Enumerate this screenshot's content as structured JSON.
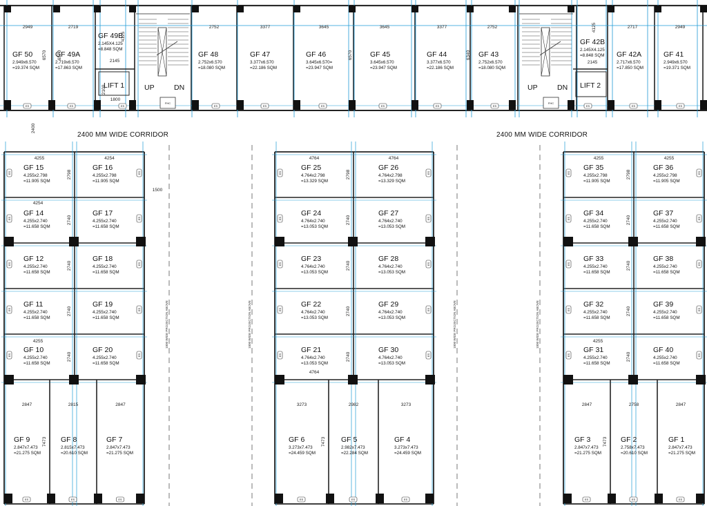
{
  "corridors": [
    "2400 MM WIDE CORRIDOR",
    "2400 MM WIDE CORRIDOR"
  ],
  "stairs": [
    {
      "up": "UP",
      "dn": "DN",
      "fhc": "FHC"
    },
    {
      "up": "UP",
      "dn": "DN",
      "fhc": "FHC"
    }
  ],
  "lifts": [
    {
      "label": "LIFT 1",
      "w": "1800",
      "h": "2100"
    },
    {
      "label": "LIFT 2",
      "w": "",
      "h": ""
    }
  ],
  "projection_notes": [
    "1000 WIDE PROJECTION ABOVE",
    "1000 WIDE PROJECTION ABOVE",
    "1000 WIDE PROJECTION ABOVE",
    "1000 WIDE PROJECTION ABOVE"
  ],
  "top_shops": [
    {
      "name": "GF 50",
      "size": "2.949x6.570",
      "area": "=19.374 SQM",
      "width": "2949",
      "depth": "6570"
    },
    {
      "name": "GF 49A",
      "size": "2.719x6.570",
      "area": "=17.863 SQM",
      "width": "2719",
      "depth": "6570"
    },
    {
      "name": "GF 49B",
      "size": "2.145X4.125",
      "area": "=8.848 SQM",
      "width": "2145",
      "depth": "4125"
    },
    {
      "name": "GF 48",
      "size": "2.752x6.570",
      "area": "=18.080 SQM",
      "width": "2752",
      "depth": ""
    },
    {
      "name": "GF 47",
      "size": "3.377x6.570",
      "area": "=22.186 SQM",
      "width": "3377",
      "depth": ""
    },
    {
      "name": "GF 46",
      "size": "3.645x6.570=",
      "area": "=23.947 SQM",
      "width": "3645",
      "depth": "6570"
    },
    {
      "name": "GF 45",
      "size": "3.645x6.570",
      "area": "=23.947 SQM",
      "width": "3645",
      "depth": ""
    },
    {
      "name": "GF 44",
      "size": "3.377x6.570",
      "area": "=22.186 SQM",
      "width": "3377",
      "depth": "6340"
    },
    {
      "name": "GF 43",
      "size": "2.752x6.570",
      "area": "=18.080 SQM",
      "width": "2752",
      "depth": ""
    },
    {
      "name": "GF 42B",
      "size": "2.145X4.125",
      "area": "=8.848 SQM",
      "width": "2145",
      "depth": "4125"
    },
    {
      "name": "GF 42A",
      "size": "2.717x6.570",
      "area": "=17.850 SQM",
      "width": "2717",
      "depth": ""
    },
    {
      "name": "GF 41",
      "size": "2.949x6.570",
      "area": "=19.371 SQM",
      "width": "2949",
      "depth": ""
    }
  ],
  "misc_dims": {
    "corridor_width": "2400",
    "gap_1500": "1500"
  },
  "block_left": {
    "top_width_dims": [
      "4255",
      "4254",
      "4254",
      "4255"
    ],
    "rows": [
      {
        "left": {
          "name": "GF 15",
          "size": "4.255x2.798",
          "area": "=11.905 SQM"
        },
        "right": {
          "name": "GF 16",
          "size": "4.255x2.798",
          "area": "=11.905 SQM"
        },
        "depth": "2798"
      },
      {
        "left": {
          "name": "GF 14",
          "size": "4.255x2.740",
          "area": "=11.658 SQM"
        },
        "right": {
          "name": "GF 17",
          "size": "4.255x2.740",
          "area": "=11.658 SQM"
        },
        "depth": "2740"
      },
      {
        "left": {
          "name": "GF 12",
          "size": "4.255x2.740",
          "area": "=11.658 SQM"
        },
        "right": {
          "name": "GF 18",
          "size": "4.255x2.740",
          "area": "=11.658 SQM"
        },
        "depth": "2740"
      },
      {
        "left": {
          "name": "GF 11",
          "size": "4.255x2.740",
          "area": "=11.658 SQM"
        },
        "right": {
          "name": "GF 19",
          "size": "4.255x2.740",
          "area": "=11.658 SQM"
        },
        "depth": "2740"
      },
      {
        "left": {
          "name": "GF 10",
          "size": "4.255x2.740",
          "area": "=11.658 SQM"
        },
        "right": {
          "name": "GF 20",
          "size": "4.255x2.740",
          "area": "=11.658 SQM"
        },
        "depth": "2740"
      }
    ],
    "bottom": [
      {
        "name": "GF 9",
        "size": "2.847x7.473",
        "area": "=21.275 SQM",
        "width": "2847"
      },
      {
        "name": "GF 8",
        "size": "2.815x7.473",
        "area": "=20.610 SQM",
        "width": "2815"
      },
      {
        "name": "GF 7",
        "size": "2.847x7.473",
        "area": "=21.275 SQM",
        "width": "2847"
      }
    ],
    "bottom_depth": "7473"
  },
  "block_mid": {
    "top_width_dims": [
      "4764",
      "4764",
      "4764"
    ],
    "rows": [
      {
        "left": {
          "name": "GF 25",
          "size": "4.764x2.798",
          "area": "=13.329 SQM"
        },
        "right": {
          "name": "GF 26",
          "size": "4.764x2.798",
          "area": "=13.329 SQM"
        },
        "depth": "2798"
      },
      {
        "left": {
          "name": "GF 24",
          "size": "4.764x2.740",
          "area": "=13.053 SQM"
        },
        "right": {
          "name": "GF 27",
          "size": "4.764x2.740",
          "area": "=13.053 SQM"
        },
        "depth": "2740"
      },
      {
        "left": {
          "name": "GF 23",
          "size": "4.764x2.740",
          "area": "=13.053 SQM"
        },
        "right": {
          "name": "GF 28",
          "size": "4.764x2.740",
          "area": "=13.053 SQM"
        },
        "depth": "2740"
      },
      {
        "left": {
          "name": "GF 22",
          "size": "4.764x2.740",
          "area": "=13.053 SQM"
        },
        "right": {
          "name": "GF 29",
          "size": "4.764x2.740",
          "area": "=13.053 SQM"
        },
        "depth": "2740"
      },
      {
        "left": {
          "name": "GF 21",
          "size": "4.764x2.740",
          "area": "=13.053 SQM"
        },
        "right": {
          "name": "GF 30",
          "size": "4.764x2.740",
          "area": "=13.053 SQM"
        },
        "depth": "2740"
      }
    ],
    "bottom": [
      {
        "name": "GF 6",
        "size": "3.273x7.473",
        "area": "=24.459 SQM",
        "width": "3273"
      },
      {
        "name": "GF 5",
        "size": "2.982x7.473",
        "area": "=22.284 SQM",
        "width": "2982"
      },
      {
        "name": "GF 4",
        "size": "3.273x7.473",
        "area": "=24.459 SQM",
        "width": "3273"
      }
    ],
    "bottom_depth": "7473"
  },
  "block_right": {
    "top_width_dims": [
      "4255",
      "4255",
      "4255"
    ],
    "rows": [
      {
        "left": {
          "name": "GF 35",
          "size": "4.255x2.798",
          "area": "=11.905 SQM"
        },
        "right": {
          "name": "GF 36",
          "size": "4.255x2.798",
          "area": "=11.905 SQM"
        },
        "depth": "2798"
      },
      {
        "left": {
          "name": "GF 34",
          "size": "4.255x2.740",
          "area": "=11.658 SQM"
        },
        "right": {
          "name": "GF 37",
          "size": "4.255x2.740",
          "area": "=11.658 SQM"
        },
        "depth": "2740"
      },
      {
        "left": {
          "name": "GF 33",
          "size": "4.255x2.740",
          "area": "=11.658 SQM"
        },
        "right": {
          "name": "GF 38",
          "size": "4.255x2.740",
          "area": "=11.658 SQM"
        },
        "depth": "2740"
      },
      {
        "left": {
          "name": "GF 32",
          "size": "4.255x2.740",
          "area": "=11.658 SQM"
        },
        "right": {
          "name": "GF 39",
          "size": "4.255x2.740",
          "area": "=11.658 SQM"
        },
        "depth": "2740"
      },
      {
        "left": {
          "name": "GF 31",
          "size": "4.255x2.740",
          "area": "=11.658 SQM"
        },
        "right": {
          "name": "GF 40",
          "size": "4.255x2.740",
          "area": "=11.658 SQM"
        },
        "depth": "2740"
      }
    ],
    "bottom": [
      {
        "name": "GF 3",
        "size": "2.847x7.473",
        "area": "=21.275 SQM",
        "width": "2847"
      },
      {
        "name": "GF 2",
        "size": "2.758x7.473",
        "area": "=20.610 SQM",
        "width": "2758"
      },
      {
        "name": "GF 1",
        "size": "2.847x7.473",
        "area": "=21.275 SQM",
        "width": "2847"
      }
    ],
    "bottom_depth": "7473"
  }
}
